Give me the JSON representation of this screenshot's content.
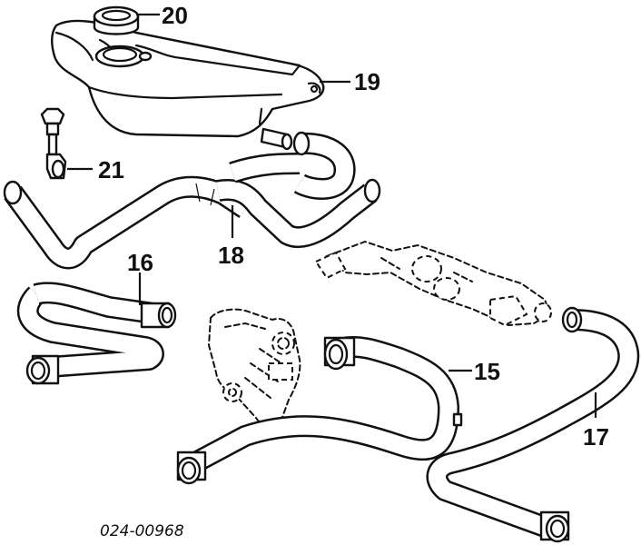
{
  "callouts": {
    "c15": "15",
    "c16": "16",
    "c17": "17",
    "c18": "18",
    "c19": "19",
    "c20": "20",
    "c21": "21"
  },
  "diagram_code": "024-00968"
}
